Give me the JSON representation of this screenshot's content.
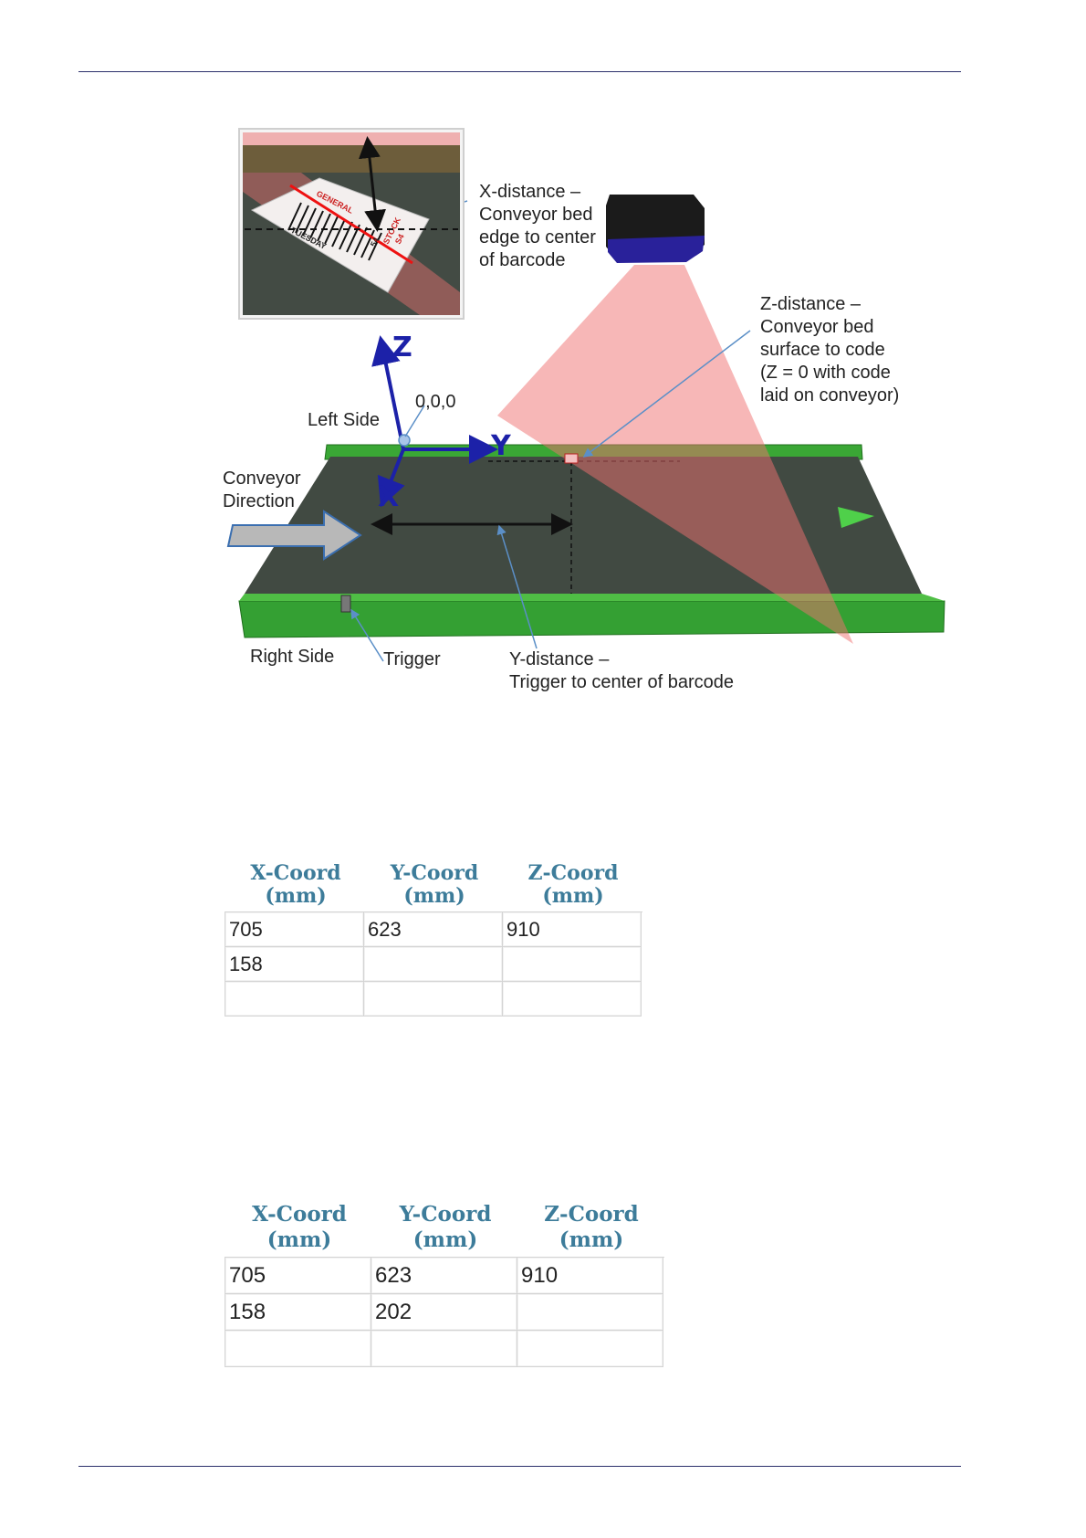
{
  "figure": {
    "inset_label": [
      "GENERAL",
      "STOCK",
      "S4",
      "TUESDAY",
      "54"
    ],
    "x_distance": [
      "X-distance –",
      "Conveyor bed",
      "edge to center",
      "of barcode"
    ],
    "z_distance": [
      "Z-distance –",
      "Conveyor bed",
      "surface to code",
      "(Z = 0 with code",
      "laid on conveyor)"
    ],
    "y_distance": [
      "Y-distance –",
      "Trigger to center of barcode"
    ],
    "axis_z": "Z",
    "axis_y": "Y",
    "axis_x": "X",
    "origin": "0,0,0",
    "left_side": "Left Side",
    "right_side": "Right Side",
    "trigger": "Trigger",
    "conveyor_direction": [
      "Conveyor",
      "Direction"
    ]
  },
  "table1": {
    "headers": [
      [
        "X-Coord",
        "(mm)"
      ],
      [
        "Y-Coord",
        "(mm)"
      ],
      [
        "Z-Coord",
        "(mm)"
      ]
    ],
    "rows": [
      [
        "705",
        "623",
        "910"
      ],
      [
        "158",
        "",
        ""
      ],
      [
        "",
        "",
        ""
      ]
    ]
  },
  "table2": {
    "headers": [
      [
        "X-Coord",
        "(mm)"
      ],
      [
        "Y-Coord",
        "(mm)"
      ],
      [
        "Z-Coord",
        "(mm)"
      ]
    ],
    "rows": [
      [
        "705",
        "623",
        "910"
      ],
      [
        "158",
        "202",
        ""
      ],
      [
        "",
        "",
        ""
      ]
    ]
  }
}
